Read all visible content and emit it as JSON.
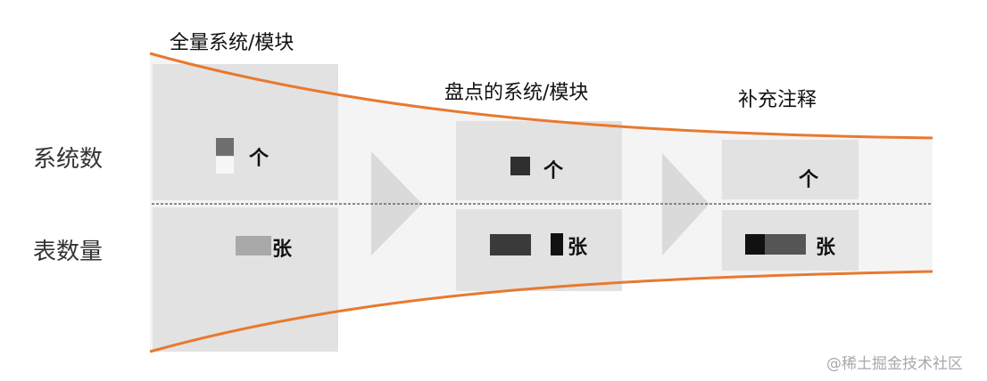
{
  "stages": [
    {
      "title": "全量系统/模块",
      "system_unit": "个",
      "table_unit": "张"
    },
    {
      "title": "盘点的系统/模块",
      "system_unit": "个",
      "table_unit": "张"
    },
    {
      "title": "补充注释",
      "system_unit": "个",
      "table_unit": "张"
    }
  ],
  "rows": {
    "systems_label": "系统数",
    "tables_label": "表数量"
  },
  "watermark": "@稀土掘金技术社区",
  "colors": {
    "funnel_edge": "#e8792f",
    "box_fill": "#e2e2e2",
    "chevron_fill": "#e2e2e2",
    "divider": "#777777",
    "funnel_interior": "#f2f2f2"
  }
}
